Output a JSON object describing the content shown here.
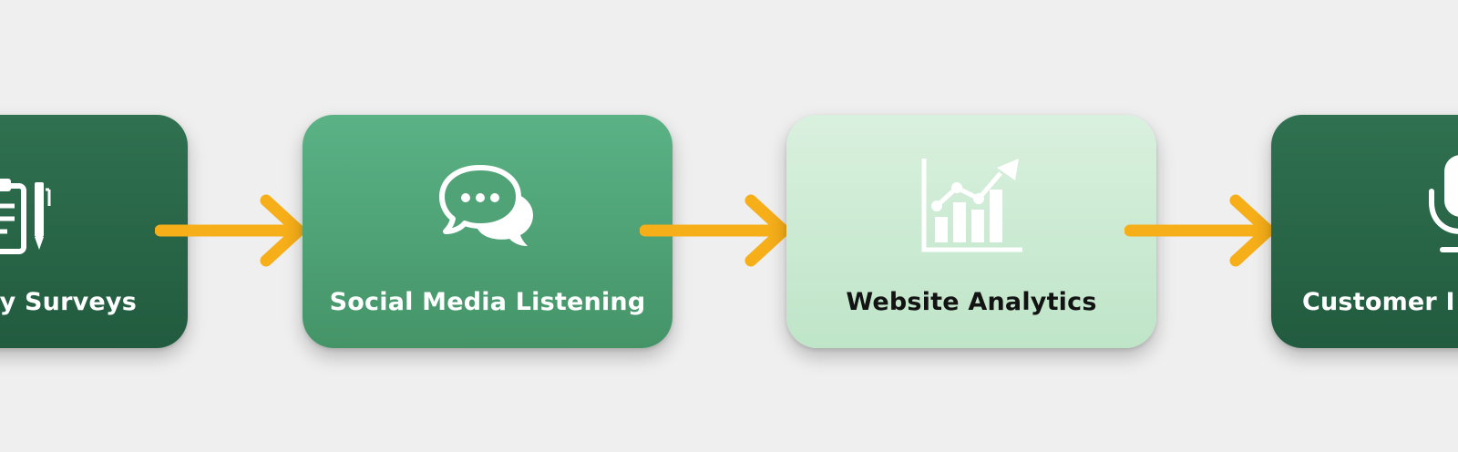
{
  "diagram": {
    "steps": [
      {
        "label": "y Surveys",
        "icon": "clipboard-survey-icon",
        "style": "dark"
      },
      {
        "label": "Social Media Listening",
        "icon": "chat-bubbles-icon",
        "style": "mid"
      },
      {
        "label": "Website Analytics",
        "icon": "bar-line-chart-icon",
        "style": "light"
      },
      {
        "label": "Customer I",
        "icon": "microphone-icon",
        "style": "dark"
      }
    ],
    "connector_icon": "arrow-right-icon",
    "colors": {
      "background": "#efefef",
      "dark_card": "#2a6849",
      "mid_card": "#4fa377",
      "light_card": "#cdebd4",
      "arrow": "#f6ae19",
      "icon_on_dark": "#ffffff",
      "icon_on_light": "#ffffff",
      "label_on_light": "#131313"
    }
  }
}
